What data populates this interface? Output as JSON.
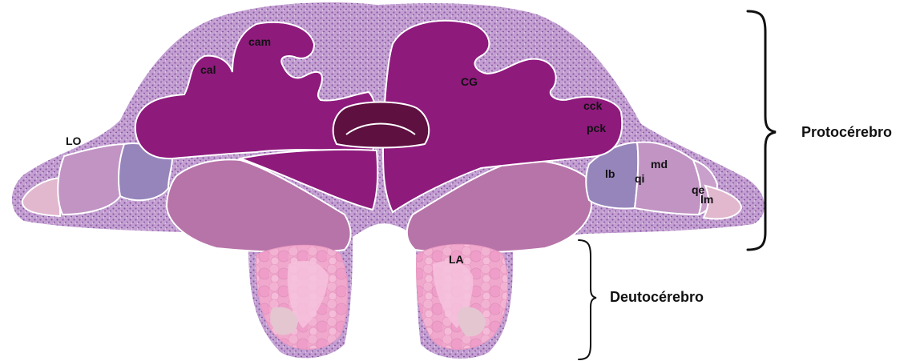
{
  "labels": {
    "cam": "cam",
    "cal": "cal",
    "cg": "CG",
    "cck": "cck",
    "pck": "pck",
    "lo": "LO",
    "lb": "lb",
    "md": "md",
    "qi": "qi",
    "qe": "qe",
    "lm": "lm",
    "la": "LA"
  },
  "groups": {
    "protocerebro": "Protocérebro",
    "deutocerebro": "Deutocérebro"
  },
  "colors": {
    "cortex": "#b48cc4",
    "cortex_dots": "#8a5aa6",
    "central_body": "#8e1a7c",
    "central_body_dark": "#5e1040",
    "lateral_mass": "#b774a9",
    "lb_region": "#9685bb",
    "lobe_light": "#c194c4",
    "lobe_pale": "#e2b8cf",
    "antennal_lobe": "#f0a8cc",
    "antennal_core": "#f6c2dd",
    "antennal_pale": "#e4c6d0"
  }
}
